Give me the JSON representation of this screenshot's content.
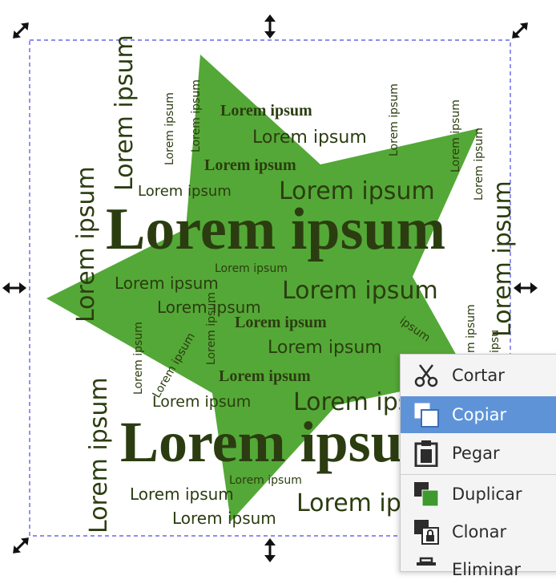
{
  "colors": {
    "star_fill": "#54a837",
    "text_dark": "#2b3d10",
    "selection_border": "#4a4ae0",
    "handle": "#111111",
    "menu_bg": "#f4f4f4",
    "menu_selected": "#5f93d8",
    "duplicate_icon_green": "#3e9a2e"
  },
  "canvas": {
    "texts": [
      "Lorem ipsum",
      "Lorem ipsum",
      "Lorem ipsum",
      "Lorem ipsum",
      "Lorem ipsum",
      "Lorem ipsum",
      "Lorem ipsum",
      "Lorem ipsum",
      "Lorem ipsum",
      "Lorem ipsum",
      "Lorem ipsum",
      "Lorem ipsum",
      "Lorem ipsum",
      "Lorem ipsum",
      "Lorem ipsum",
      "Lorem ipsum",
      "Lorem ipsum",
      "Lorem ipsum",
      "Lorem ipsum",
      "Lorem ipsum",
      "Lorem ipsum",
      "Lorem ipsum",
      "Lorem ipsum",
      "Lorem ipsum",
      "Lorem ipsum",
      "Lorem ipsum",
      "Lorem ipsum",
      "Lorem ipsum",
      "Lorem ipsum",
      "Lorem ipsum",
      "Lorem ipsum",
      "Lorem ipsum"
    ]
  },
  "context_menu": {
    "items": [
      {
        "label": "Cortar",
        "icon": "scissors-icon",
        "selected": false
      },
      {
        "label": "Copiar",
        "icon": "copy-icon",
        "selected": true
      },
      {
        "label": "Pegar",
        "icon": "paste-icon",
        "selected": false
      },
      {
        "label": "Duplicar",
        "icon": "duplicate-icon",
        "selected": false
      },
      {
        "label": "Clonar",
        "icon": "clone-icon",
        "selected": false
      },
      {
        "label": "Eliminar",
        "icon": "delete-icon",
        "selected": false
      }
    ]
  }
}
